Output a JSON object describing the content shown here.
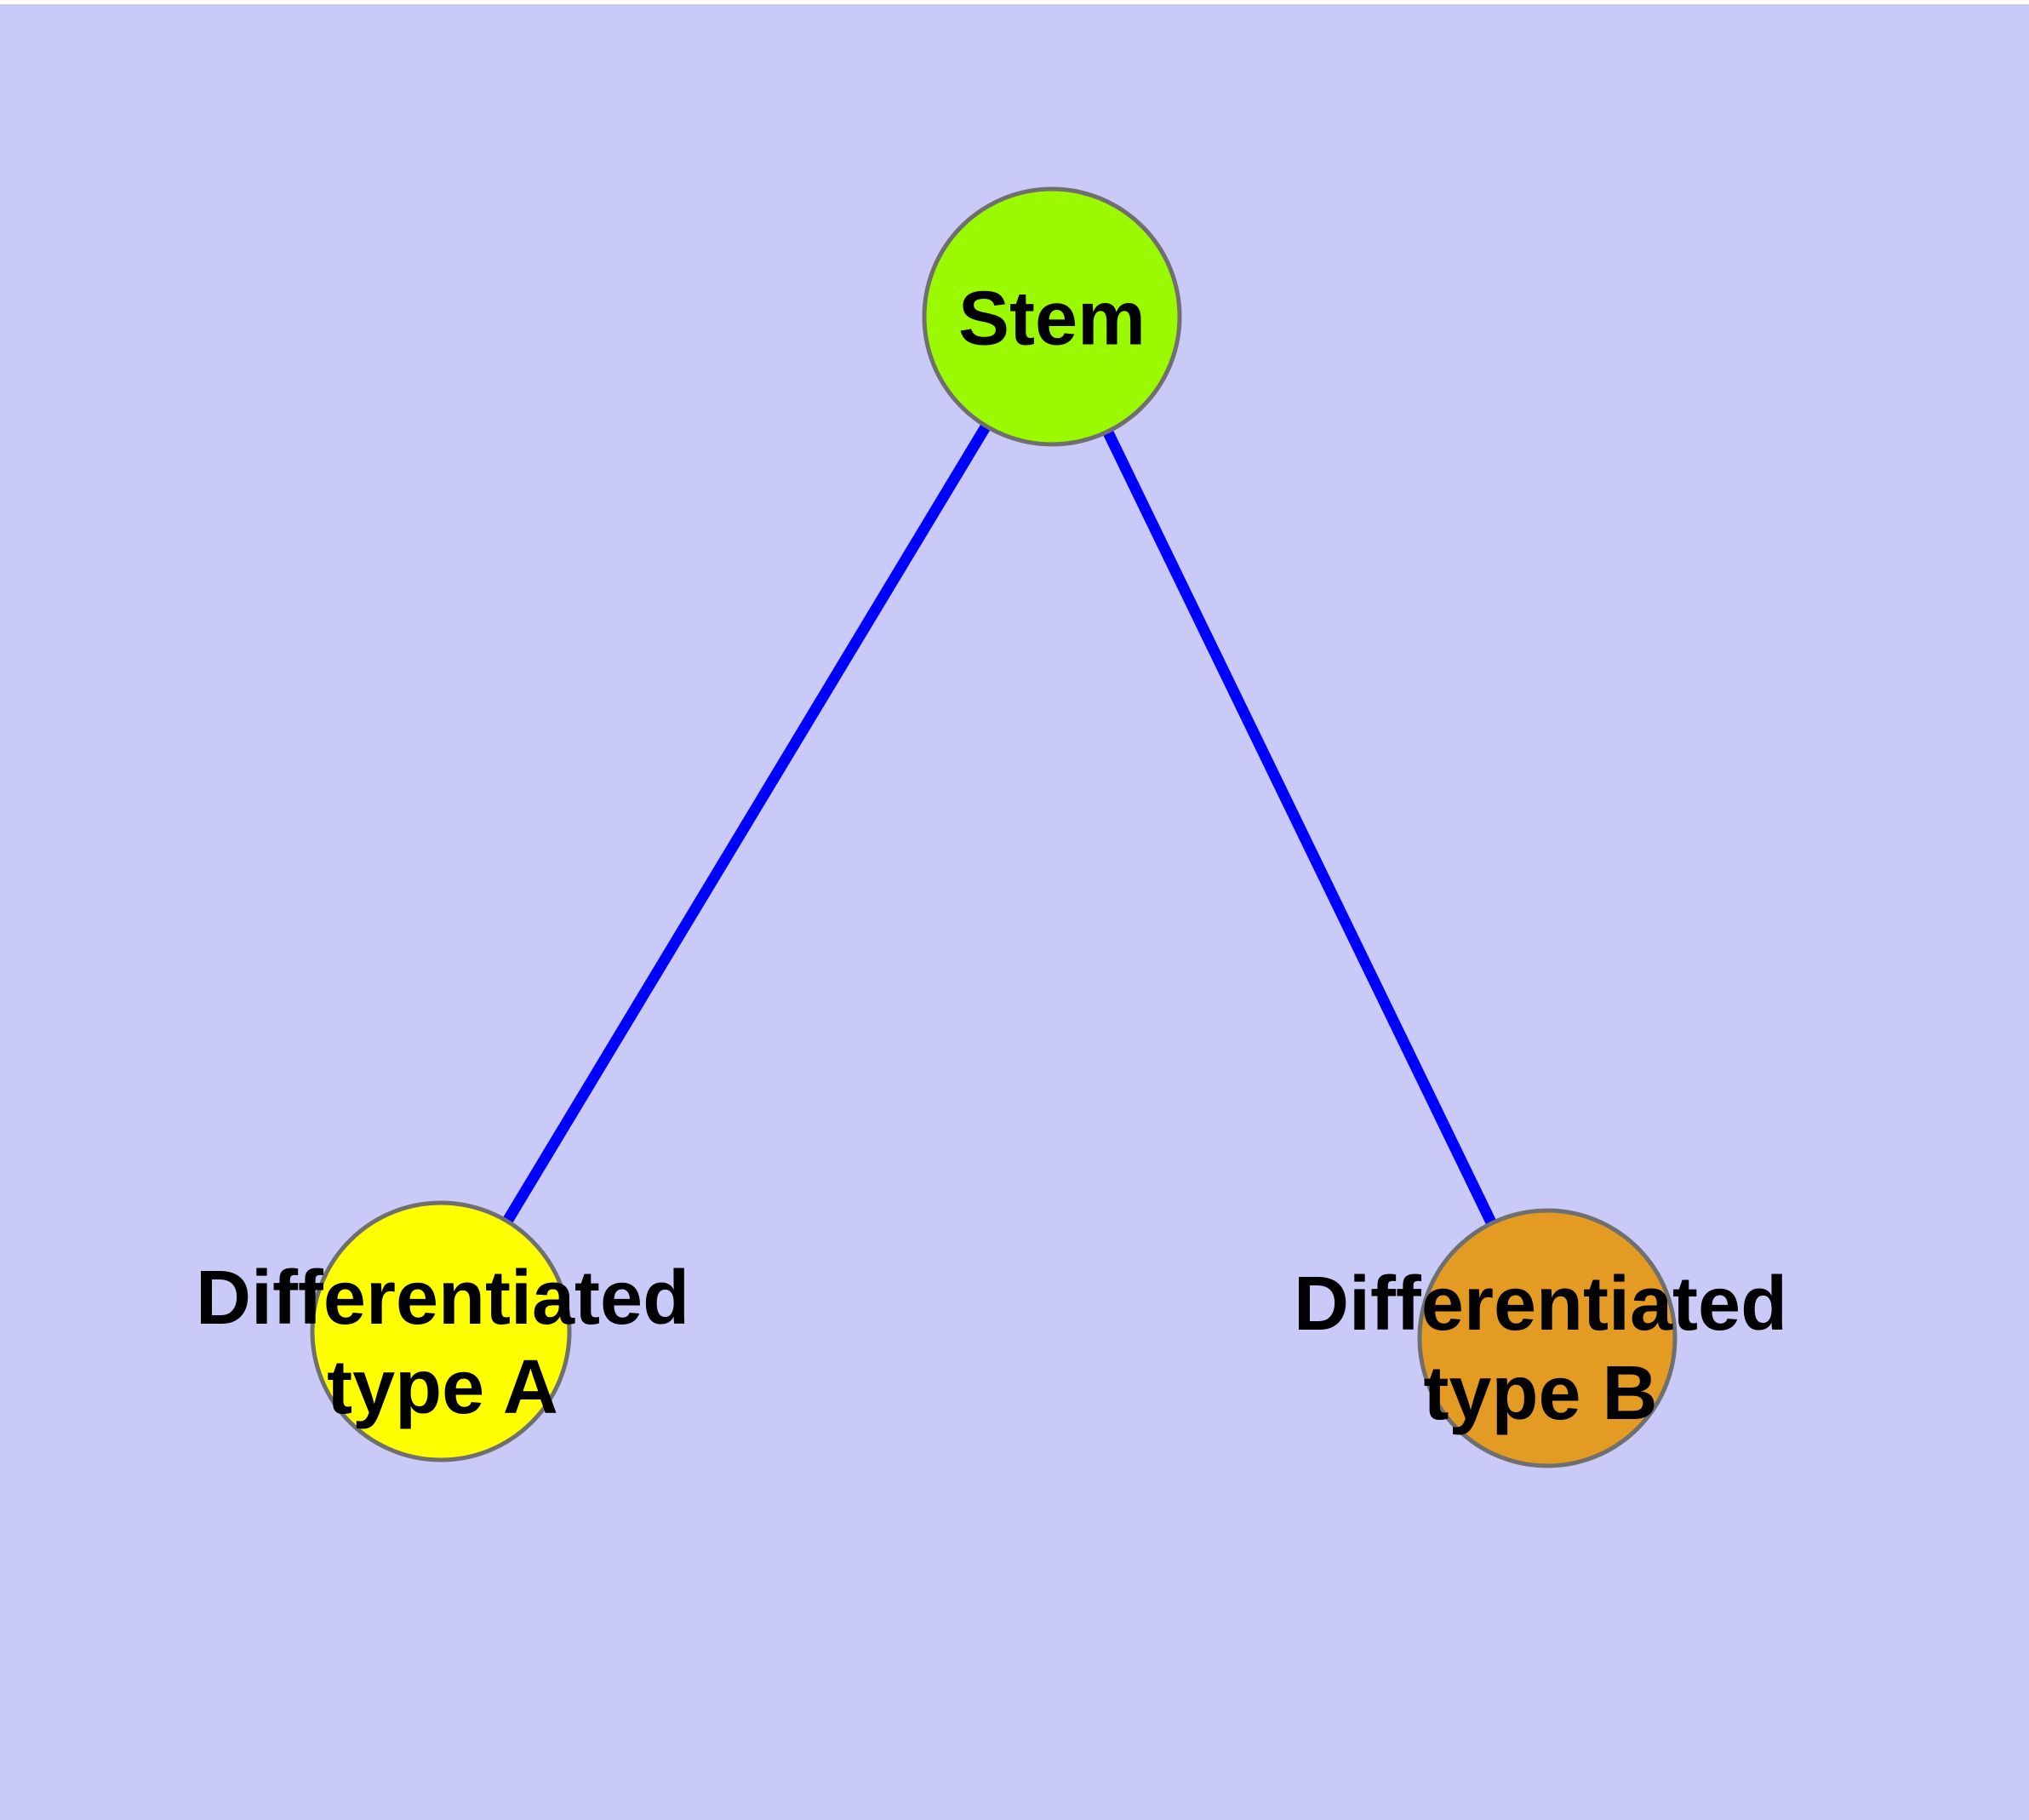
{
  "canvas": {
    "background_color": "#CACAF8",
    "top_strip_color": "#FFFFFF"
  },
  "nodes": [
    {
      "id": "stem",
      "label_lines": [
        "Stem"
      ],
      "fill_color": "#9BFA00",
      "border_color": "#6F6F6F",
      "text_color": "#000000"
    },
    {
      "id": "differentiated-type-a",
      "label_lines": [
        "Differentiated",
        "type A"
      ],
      "fill_color": "#FFFF00",
      "border_color": "#6F6F6F",
      "text_color": "#000000"
    },
    {
      "id": "differentiated-type-b",
      "label_lines": [
        "Differentiated",
        "type B"
      ],
      "fill_color": "#E49B23",
      "border_color": "#6F6F6F",
      "text_color": "#000000"
    }
  ],
  "edges": {
    "color": "#0000FF",
    "connections": [
      {
        "from": "Stem",
        "to": "Differentiated type A"
      },
      {
        "from": "Stem",
        "to": "Differentiated type B"
      }
    ]
  }
}
